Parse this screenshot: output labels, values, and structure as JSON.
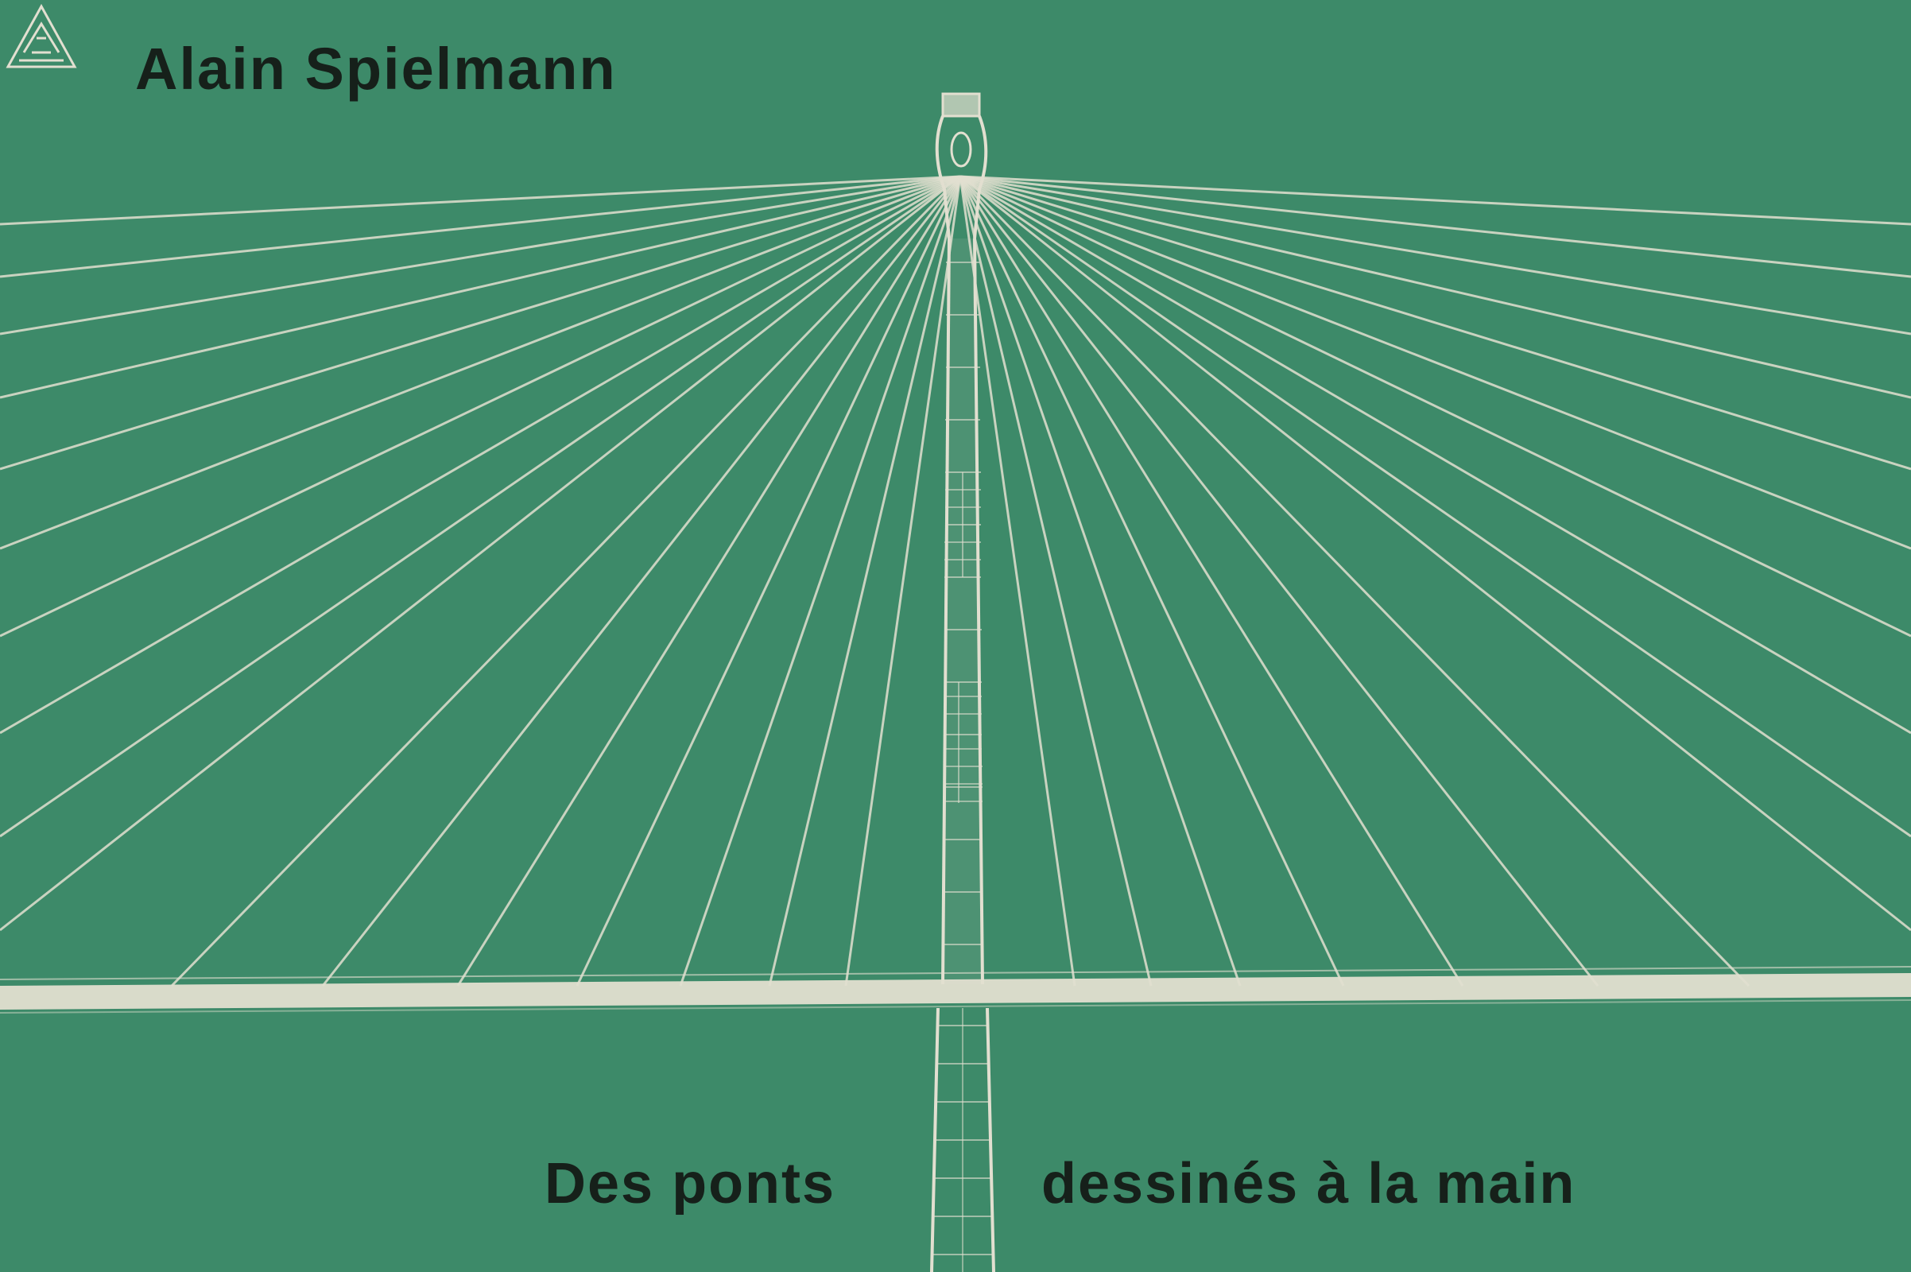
{
  "cover": {
    "author": "Alain Spielmann",
    "title": {
      "left": "Des ponts",
      "right": "dessinés à la main"
    }
  },
  "colors": {
    "background": "#3D8A69",
    "line": "#E2DFD0",
    "text": "#16201A"
  },
  "illustration": {
    "subject": "hand-drawn cable-stayed bridge pylon with fanned stay cables and horizontal deck",
    "style": "cream line drawing on green background"
  },
  "icons": {
    "publisher_logo": "triangle-monogram-icon"
  }
}
